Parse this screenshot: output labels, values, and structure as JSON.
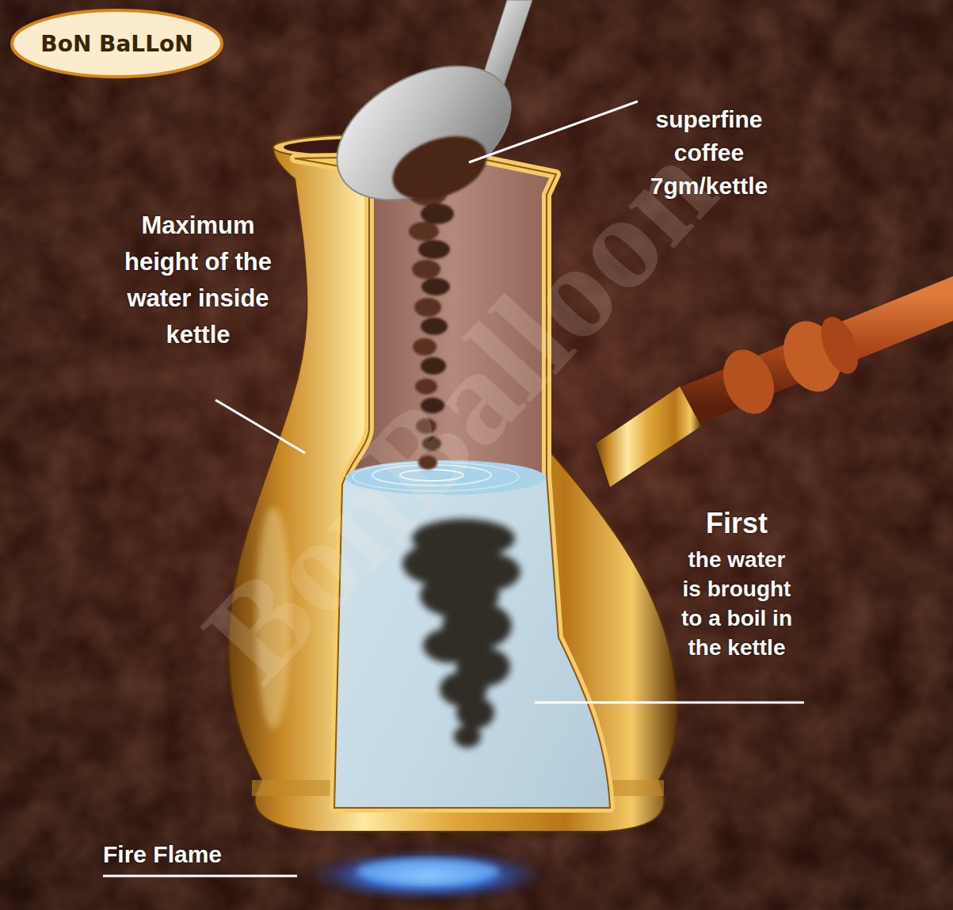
{
  "diagram": {
    "nodes": [
      {
        "text": [
          "BoN BaLLoN"
        ]
      }
    ],
    "labels": [
      "superfine coffee 7gm/kettle",
      "Maximum height of the water inside kettle",
      "First",
      "the water is brought to a boil in the kettle",
      "Fire Flame",
      "BonBalloon"
    ]
  }
}
